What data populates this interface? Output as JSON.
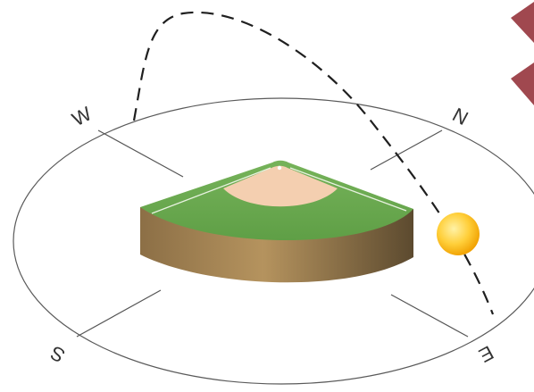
{
  "compass": {
    "west": "W",
    "north": "N",
    "south": "S",
    "east": "E"
  },
  "colors": {
    "ring": "#5a5a5a",
    "field_top": "#6aa84f",
    "infield_dirt": "#f4cfb0",
    "base_gradient_left": "#8b6e45",
    "base_gradient_right": "#5e4a2e",
    "sun_core": "#ffd54a",
    "sun_edge": "#f2a900",
    "decor_marks": "#a0484f"
  }
}
